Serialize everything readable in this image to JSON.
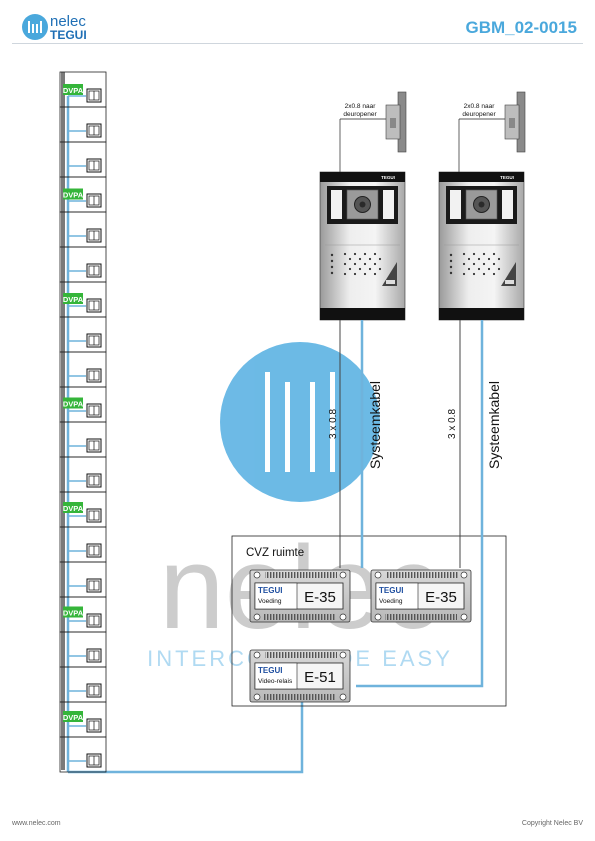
{
  "header": {
    "brand": "nelec",
    "sub_brand": "TEGUI",
    "doc_id": "GBM_02-0015"
  },
  "footer": {
    "website": "www.nelec.com",
    "copyright": "Copyright Nelec BV"
  },
  "watermark": {
    "brand": "nelec",
    "tagline": "INTERCOM MADE EASY"
  },
  "riser": {
    "badge_label": "DVPA"
  },
  "door_stations": [
    {
      "lock_label_line1": "2x0.8 naar",
      "lock_label_line2": "deuropener",
      "panel_brand": "TEGUI",
      "cable_3x08": "3 x 0.8",
      "system_cable": "Systeemkabel"
    },
    {
      "lock_label_line1": "2x0.8 naar",
      "lock_label_line2": "deuropener",
      "panel_brand": "TEGUI",
      "cable_3x08": "3 x 0.8",
      "system_cable": "Systeemkabel"
    }
  ],
  "cvz_room": {
    "title": "CVZ ruimte",
    "units": [
      {
        "brand": "TEGUI",
        "type": "Voeding",
        "model": "E-35"
      },
      {
        "brand": "TEGUI",
        "type": "Voeding",
        "model": "E-35"
      },
      {
        "brand": "TEGUI",
        "type": "Video-relais",
        "model": "E-51"
      }
    ]
  },
  "colors": {
    "accent": "#4aa8dc",
    "cable_blue": "#6fb3dc",
    "badge_green": "#35b53a",
    "brand_blue": "#1f6fb5"
  }
}
